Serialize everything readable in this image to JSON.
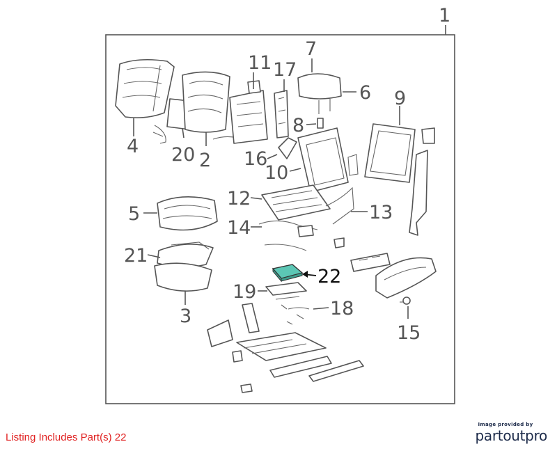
{
  "diagram": {
    "assembly_callout": "1",
    "callouts": [
      "2",
      "3",
      "4",
      "5",
      "6",
      "7",
      "8",
      "9",
      "10",
      "11",
      "12",
      "13",
      "14",
      "15",
      "16",
      "17",
      "18",
      "19",
      "20",
      "21",
      "22"
    ],
    "highlighted_part": "22",
    "highlight_color": "#5cc7b5"
  },
  "footer": {
    "listing_note": "Listing Includes Part(s) 22",
    "credit_small": "Image provided by",
    "credit_brand": "partoutpro"
  }
}
